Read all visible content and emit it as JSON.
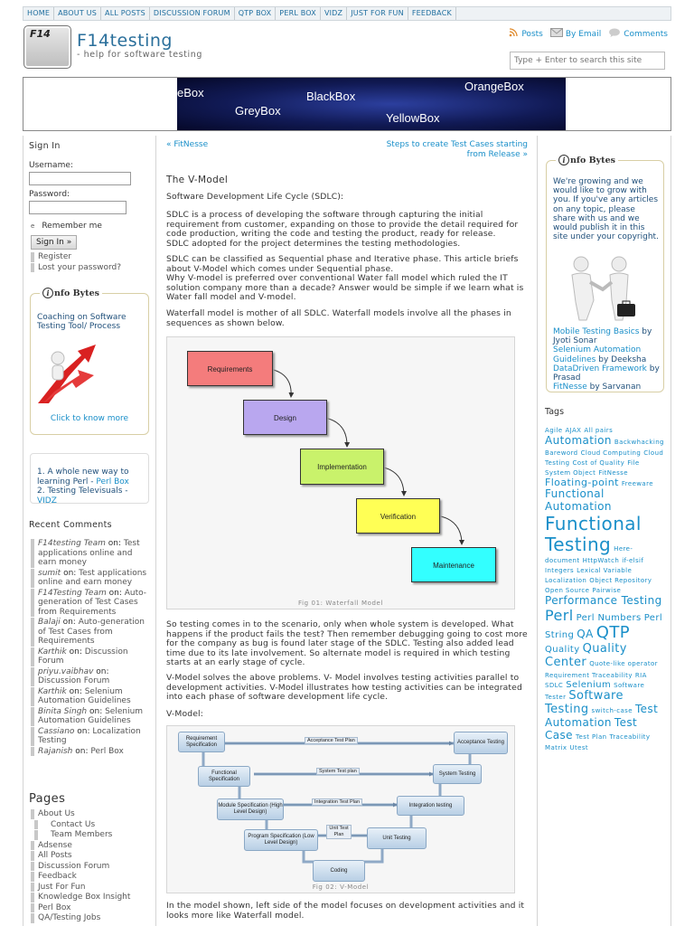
{
  "nav": [
    "HOME",
    "ABOUT US",
    "ALL POSTS",
    "DISCUSSION FORUM",
    "QTP BOX",
    "PERL BOX",
    "VIDZ",
    "JUST FOR FUN",
    "FEEDBACK"
  ],
  "header": {
    "logo_text": "F14",
    "site_name": "F14testing",
    "tagline": "- help for software testing",
    "subs": {
      "posts": "Posts",
      "email": "By Email",
      "comments": "Comments"
    },
    "search_placeholder": "Type + Enter to search this site"
  },
  "banner": {
    "words": [
      "eBox",
      "BlackBox",
      "OrangeBox",
      "GreyBox",
      "YellowBox"
    ]
  },
  "signin": {
    "title": "Sign In",
    "username_label": "Username:",
    "password_label": "Password:",
    "remember": "Remember me",
    "button": "Sign In »",
    "register": "Register",
    "lost": "Lost your password?"
  },
  "info_left": {
    "title": "nfo Bytes",
    "icon_letter": "i",
    "text": "Coaching on Software Testing Tool/ Process",
    "link": "Click to know more"
  },
  "promo": {
    "line1_text": "1. A whole new way to learning Perl - ",
    "line1_link": "Perl Box",
    "line2_text": "2. Testing Televisuals - ",
    "line2_link": "VIDZ"
  },
  "recent_comments": {
    "title": "Recent Comments",
    "items": [
      {
        "author": "F14testing Team",
        "italic": true,
        "post": "Test applications online and earn money"
      },
      {
        "author": "sumit",
        "italic": true,
        "post": "Test applications online and earn money"
      },
      {
        "author": "F14Testing Team",
        "italic": true,
        "post": "Auto-generation of Test Cases from Requirements"
      },
      {
        "author": "Balaji",
        "italic": true,
        "post": "Auto-generation of Test Cases from Requirements"
      },
      {
        "author": "Karthik",
        "italic": true,
        "post": "Discussion Forum"
      },
      {
        "author": "priyu.vaibhav",
        "italic": true,
        "post": "Discussion Forum"
      },
      {
        "author": "Karthik",
        "italic": true,
        "post": "Selenium Automation Guidelines"
      },
      {
        "author": "Binita Singh",
        "italic": true,
        "post": "Selenium Automation Guidelines"
      },
      {
        "author": "Cassiano",
        "italic": true,
        "post": "Localization Testing"
      },
      {
        "author": "Rajanish",
        "italic": true,
        "post": "Perl Box"
      }
    ],
    "on": "on:"
  },
  "pages": {
    "title": "Pages",
    "items": [
      "About Us",
      "Contact Us",
      "Team Members",
      "Adsense",
      "All Posts",
      "Discussion Forum",
      "Feedback",
      "Just For Fun",
      "Knowledge Box Insight",
      "Perl Box",
      "QA/Testing Jobs"
    ]
  },
  "post": {
    "prev": "« FitNesse",
    "next_1": "Steps to create Test Cases starting",
    "next_2": "from Release »",
    "title": "The V-Model",
    "subtitle": "Software Development Life Cycle (SDLC):",
    "p1": [
      "SDLC is a process of developing the software through capturing the initial",
      "requirement from customer, expanding on those to provide the detail required for",
      "code production, writing the code and testing the product, ready for release.",
      "SDLC adopted for the project determines the testing methodologies."
    ],
    "p2": [
      "SDLC can be classified as Sequential phase and Iterative phase. This article briefs",
      "about V-Model which comes under Sequential phase.",
      "Why V-model is preferred over conventional Water fall model which ruled the IT",
      "solution company more than a decade?  Answer would be simple if we learn what is",
      "Water fall model and V-model."
    ],
    "p3": [
      "Waterfall model is mother of all SDLC. Waterfall models involve all the phases in",
      "sequences as shown below."
    ],
    "fig1": {
      "boxes": [
        "Requirements",
        "Design",
        "Implementation",
        "Verification",
        "Maintenance"
      ],
      "caption": "Fig 01: Waterfall Model"
    },
    "p4": [
      "So testing comes in to the scenario, only when whole system is developed. What",
      "happens if the product fails the test? Then remember debugging going to cost more",
      "for the company as bug is found later stage of the SDLC. Testing also added lead",
      "time due to its late involvement. So alternate model is required in which testing",
      "starts at an early stage of cycle."
    ],
    "p5": [
      "V-Model solves the above problems. V- Model involves testing activities parallel to",
      "development activities. V-Model illustrates how testing activities can be integrated",
      "into each phase of software development life cycle."
    ],
    "vmodel_label": "V-Model:",
    "fig2": {
      "req": "Requirement Specification",
      "func": "Functional Specification",
      "mod": "Module Specification (High Level Design)",
      "prog": "Program Specification (Low Level Design)",
      "coding": "Coding",
      "unit": "Unit Testing",
      "integ": "Integration testing",
      "sys": "System Testing",
      "acc": "Acceptance Testing",
      "atp": "Acceptance Test Plan",
      "stp": "System Test plan",
      "itp": "Integration Test Plan",
      "utp": "Unit Test Plan",
      "caption": "Fig 02: V-Model"
    },
    "p6": [
      "In the model shown, left side of the model focuses on development activities and it",
      "looks more like Waterfall model."
    ]
  },
  "info_right": {
    "title": "nfo Bytes",
    "icon_letter": "i",
    "text": "We're growing and we would like to grow with you. If you've any articles on any topic, please share with us and we would publish it in this site under your copyright.",
    "articles": [
      {
        "title": "Mobile Testing Basics",
        "by": "by Jyoti Sonar"
      },
      {
        "title": "Selenium Automation Guidelines",
        "by": "by Deeksha"
      },
      {
        "title": "DataDriven Framework",
        "by": "by Prasad"
      },
      {
        "title": "FitNesse",
        "by": "by Sarvanan"
      }
    ]
  },
  "tags": {
    "title": "Tags",
    "items": [
      {
        "t": "Agile",
        "s": 7
      },
      {
        "t": "AJAX",
        "s": 7
      },
      {
        "t": "All pairs",
        "s": 7
      },
      {
        "t": "Automation",
        "s": 12
      },
      {
        "t": "Backwhacking",
        "s": 7
      },
      {
        "t": "Bareword",
        "s": 7
      },
      {
        "t": "Cloud Computing",
        "s": 7
      },
      {
        "t": "Cloud Testing",
        "s": 7
      },
      {
        "t": "Cost of Quality",
        "s": 7
      },
      {
        "t": "File",
        "s": 7
      },
      {
        "t": "System Object",
        "s": 7
      },
      {
        "t": "FitNesse",
        "s": 7
      },
      {
        "t": "Floating-point",
        "s": 11
      },
      {
        "t": "Freeware",
        "s": 7
      },
      {
        "t": "Functional Automation",
        "s": 12
      },
      {
        "t": "Functional Testing",
        "s": 20
      },
      {
        "t": "Here-document",
        "s": 7
      },
      {
        "t": "HttpWatch",
        "s": 7
      },
      {
        "t": "if-elsif",
        "s": 7
      },
      {
        "t": "Integers",
        "s": 7
      },
      {
        "t": "Lexical Variable",
        "s": 7
      },
      {
        "t": "Localization",
        "s": 7
      },
      {
        "t": "Object Repository",
        "s": 7
      },
      {
        "t": "Open Source",
        "s": 7
      },
      {
        "t": "Pairwise",
        "s": 7
      },
      {
        "t": "Performance Testing",
        "s": 12
      },
      {
        "t": "Perl",
        "s": 16
      },
      {
        "t": "Perl Numbers",
        "s": 10
      },
      {
        "t": "Perl String",
        "s": 10
      },
      {
        "t": "QA",
        "s": 12
      },
      {
        "t": "QTP",
        "s": 18
      },
      {
        "t": "Quality",
        "s": 10
      },
      {
        "t": "Quality Center",
        "s": 13
      },
      {
        "t": "Quote-like operator",
        "s": 7
      },
      {
        "t": "Requirement Traceability",
        "s": 7
      },
      {
        "t": "RIA",
        "s": 7
      },
      {
        "t": "SDLC",
        "s": 7
      },
      {
        "t": "Selenium",
        "s": 10
      },
      {
        "t": "Software Tester",
        "s": 7
      },
      {
        "t": "Software Testing",
        "s": 13
      },
      {
        "t": "switch-case",
        "s": 7
      },
      {
        "t": "Test Automation",
        "s": 12
      },
      {
        "t": "Test Case",
        "s": 12
      },
      {
        "t": "Test Plan",
        "s": 7
      },
      {
        "t": "Traceability Matrix",
        "s": 7
      },
      {
        "t": "Utest",
        "s": 7
      }
    ]
  },
  "colors": {
    "link": "#1a8fc9",
    "req": "#f47c7c",
    "design": "#b9a7ef",
    "impl": "#c9f26b",
    "verif": "#ffff55",
    "maint": "#33ffff"
  }
}
